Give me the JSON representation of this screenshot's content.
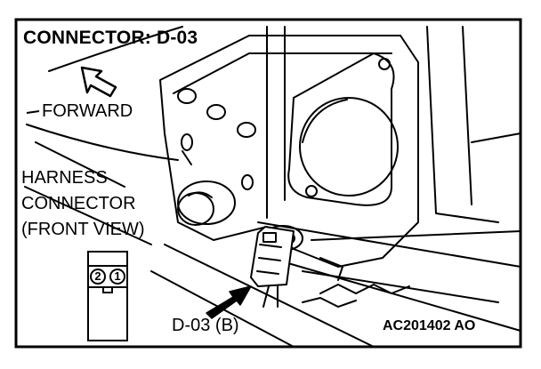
{
  "title": "CONNECTOR: D-03",
  "forward_label": "FORWARD",
  "harness_lines": [
    "HARNESS",
    "CONNECTOR",
    "(FRONT VIEW)"
  ],
  "connector_label": "D-03 (B)",
  "pins": [
    "2",
    "1"
  ],
  "figure_code": "AC201402 AO",
  "icons": {
    "direction": "forward-arrow-icon",
    "pointer": "connector-pointer-arrow-icon"
  },
  "colors": {
    "ink": "#000000",
    "background": "#ffffff"
  }
}
